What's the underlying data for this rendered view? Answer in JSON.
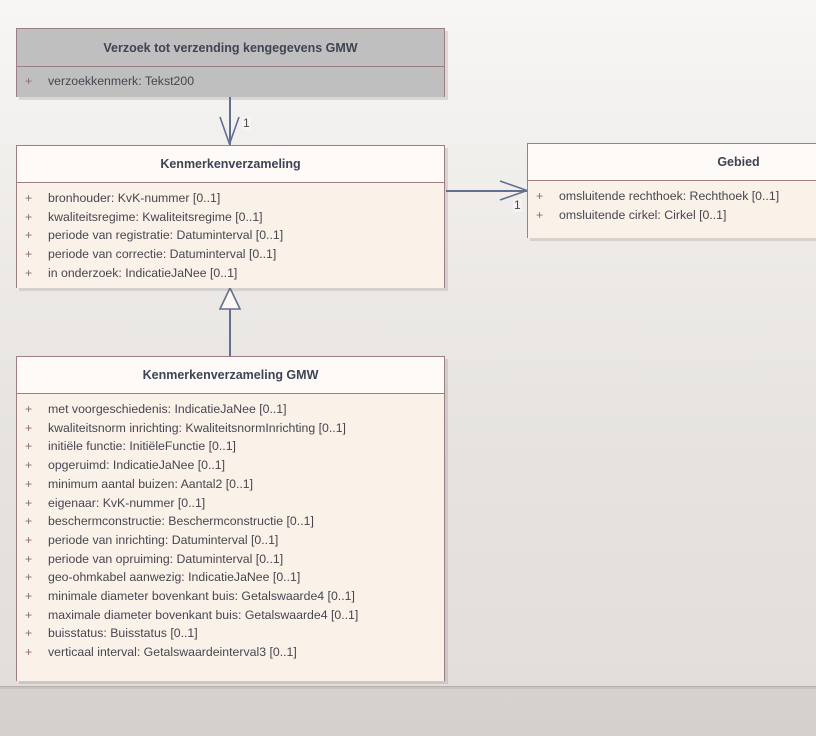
{
  "diagram": {
    "type": "uml-class-diagram",
    "background_color": "#e4e1de",
    "accent_border_color": "#9b7f84",
    "connector_color": "#62708f",
    "visibility_marker_color": "#8d6b79"
  },
  "classes": [
    {
      "id": "verzoek",
      "name": "Verzoek tot verzending kengegevens GMW",
      "theme": "gray",
      "fill": "#bfbfbf",
      "attributes": [
        {
          "visibility": "+",
          "signature": "verzoekkenmerk: Tekst200"
        }
      ]
    },
    {
      "id": "kenmerkenverzameling",
      "name": "Kenmerkenverzameling",
      "theme": "cream",
      "fill": "#faf1e9",
      "attributes": [
        {
          "visibility": "+",
          "signature": "bronhouder: KvK-nummer [0..1]"
        },
        {
          "visibility": "+",
          "signature": "kwaliteitsregime: Kwaliteitsregime [0..1]"
        },
        {
          "visibility": "+",
          "signature": "periode van registratie: Datuminterval [0..1]"
        },
        {
          "visibility": "+",
          "signature": "periode van correctie: Datuminterval [0..1]"
        },
        {
          "visibility": "+",
          "signature": "in onderzoek: IndicatieJaNee [0..1]"
        }
      ]
    },
    {
      "id": "gebied",
      "name": "Gebied",
      "theme": "cream",
      "fill": "#faf1e9",
      "attributes": [
        {
          "visibility": "+",
          "signature": "omsluitende rechthoek: Rechthoek [0..1]"
        },
        {
          "visibility": "+",
          "signature": "omsluitende cirkel: Cirkel [0..1]"
        }
      ]
    },
    {
      "id": "kenmerkenverzameling_gmw",
      "name": "Kenmerkenverzameling GMW",
      "theme": "cream",
      "fill": "#faf1e9",
      "attributes": [
        {
          "visibility": "+",
          "signature": "met voorgeschiedenis: IndicatieJaNee [0..1]"
        },
        {
          "visibility": "+",
          "signature": "kwaliteitsnorm inrichting: KwaliteitsnormInrichting [0..1]"
        },
        {
          "visibility": "+",
          "signature": "initiële functie: InitiëleFunctie [0..1]"
        },
        {
          "visibility": "+",
          "signature": "opgeruimd: IndicatieJaNee [0..1]"
        },
        {
          "visibility": "+",
          "signature": "minimum aantal buizen: Aantal2 [0..1]"
        },
        {
          "visibility": "+",
          "signature": "eigenaar: KvK-nummer [0..1]"
        },
        {
          "visibility": "+",
          "signature": "beschermconstructie: Beschermconstructie [0..1]"
        },
        {
          "visibility": "+",
          "signature": "periode van inrichting: Datuminterval [0..1]"
        },
        {
          "visibility": "+",
          "signature": "periode van opruiming: Datuminterval [0..1]"
        },
        {
          "visibility": "+",
          "signature": "geo-ohmkabel aanwezig: IndicatieJaNee [0..1]"
        },
        {
          "visibility": "+",
          "signature": "minimale diameter bovenkant buis: Getalswaarde4 [0..1]"
        },
        {
          "visibility": "+",
          "signature": "maximale diameter bovenkant buis: Getalswaarde4 [0..1]"
        },
        {
          "visibility": "+",
          "signature": "buisstatus: Buisstatus [0..1]"
        },
        {
          "visibility": "+",
          "signature": "verticaal interval: Getalswaardeinterval3 [0..1]"
        }
      ]
    }
  ],
  "connectors": [
    {
      "id": "verzoek-to-kenmerkenverzameling",
      "kind": "directed-association",
      "from": "verzoek",
      "to": "kenmerkenverzameling",
      "target_multiplicity": "1"
    },
    {
      "id": "kenmerkenverzameling-to-gebied",
      "kind": "directed-association",
      "from": "kenmerkenverzameling",
      "to": "gebied",
      "target_multiplicity": "1"
    },
    {
      "id": "gmw-generalizes-kenmerkenverzameling",
      "kind": "generalization",
      "from": "kenmerkenverzameling_gmw",
      "to": "kenmerkenverzameling",
      "target_multiplicity": ""
    }
  ]
}
